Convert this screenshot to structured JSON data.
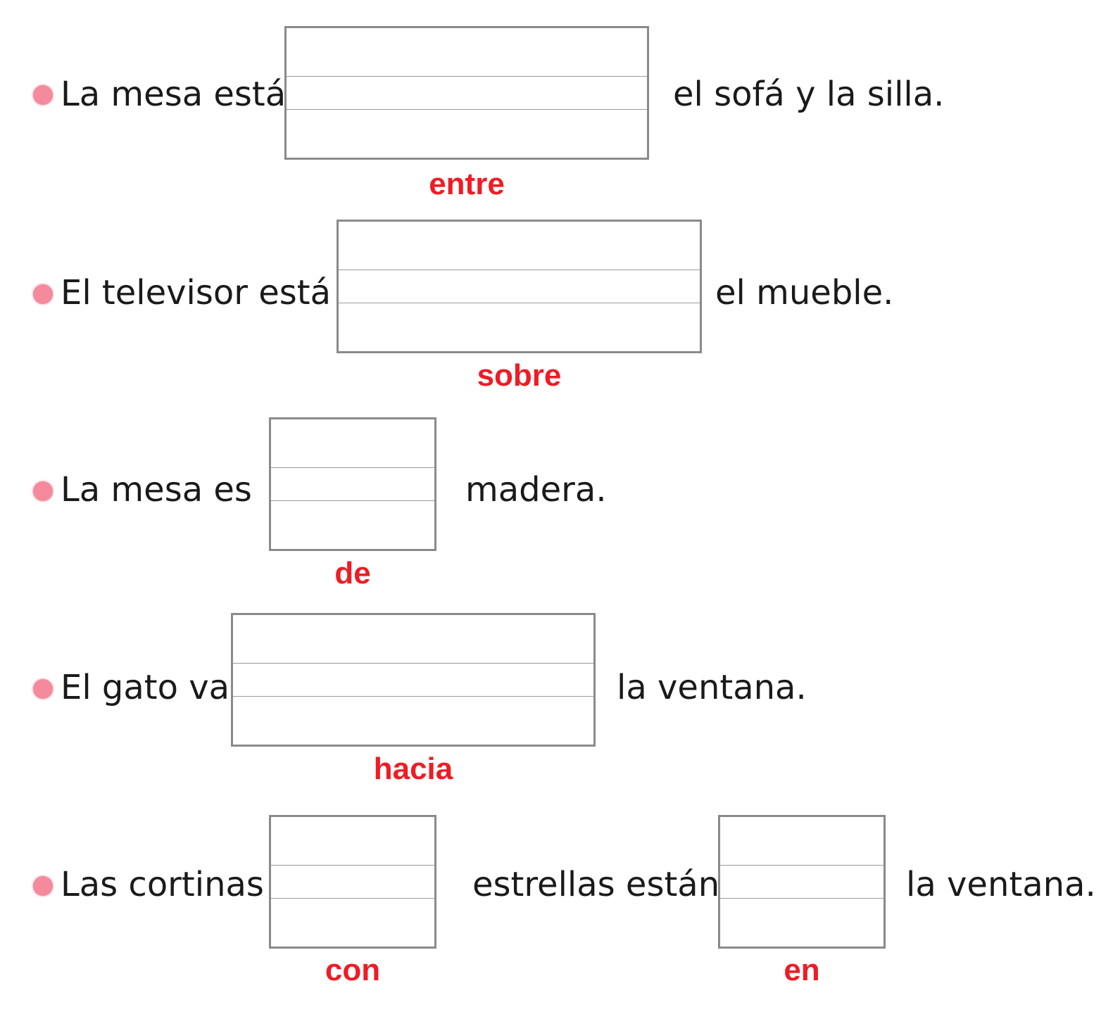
{
  "items": [
    {
      "before": "La mesa está",
      "after": "el sofá y la silla.",
      "answer": "entre"
    },
    {
      "before": "El televisor está",
      "after": "el mueble.",
      "answer": "sobre"
    },
    {
      "before": "La mesa es",
      "after": "madera.",
      "answer": "de"
    },
    {
      "before": "El gato va",
      "after": "la ventana.",
      "answer": "hacia"
    },
    {
      "before": "Las cortinas",
      "middle": "estrellas están",
      "after": "la ventana.",
      "answer_1": "con",
      "answer_2": "en"
    }
  ],
  "colors": {
    "bullet": "#f48a9c",
    "answer": "#ee1c24",
    "box_border": "#8a8a8a",
    "text": "#1a1a1a"
  }
}
